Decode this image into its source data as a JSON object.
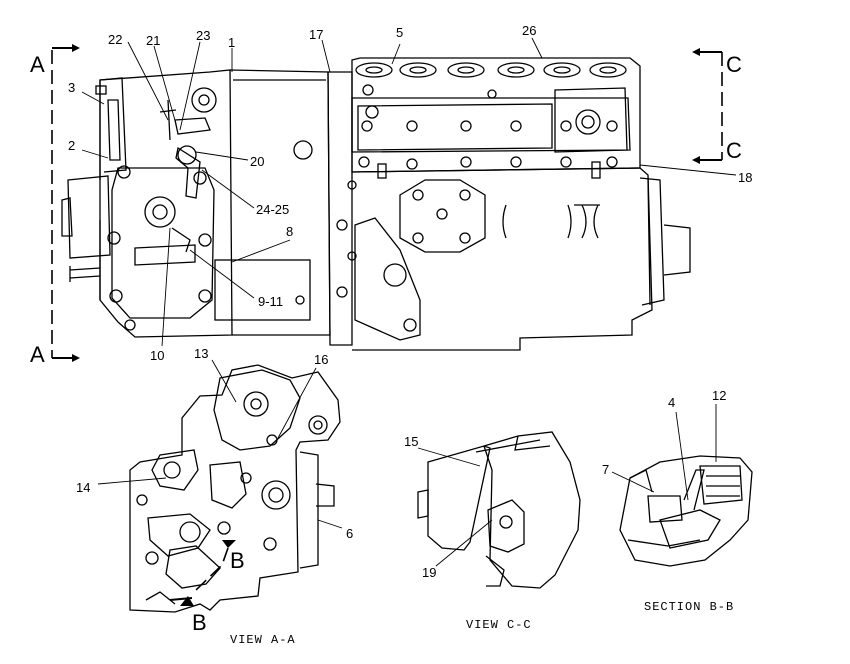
{
  "diagram": {
    "callouts": {
      "c1": "1",
      "c2": "2",
      "c3": "3",
      "c4": "4",
      "c5": "5",
      "c6": "6",
      "c7": "7",
      "c8": "8",
      "c9_11": "9-11",
      "c10": "10",
      "c12": "12",
      "c13": "13",
      "c14": "14",
      "c15": "15",
      "c16": "16",
      "c17": "17",
      "c18": "18",
      "c19": "19",
      "c20": "20",
      "c21": "21",
      "c22": "22",
      "c23": "23",
      "c24_25": "24-25",
      "c26": "26"
    },
    "section_markers": {
      "a_top": "A",
      "a_bottom": "A",
      "c_top": "C",
      "c_bottom": "C",
      "b_top": "B",
      "b_bottom": "B"
    },
    "captions": {
      "view_aa": "VIEW A-A",
      "view_cc": "VIEW C-C",
      "section_bb": "SECTION B-B"
    }
  }
}
